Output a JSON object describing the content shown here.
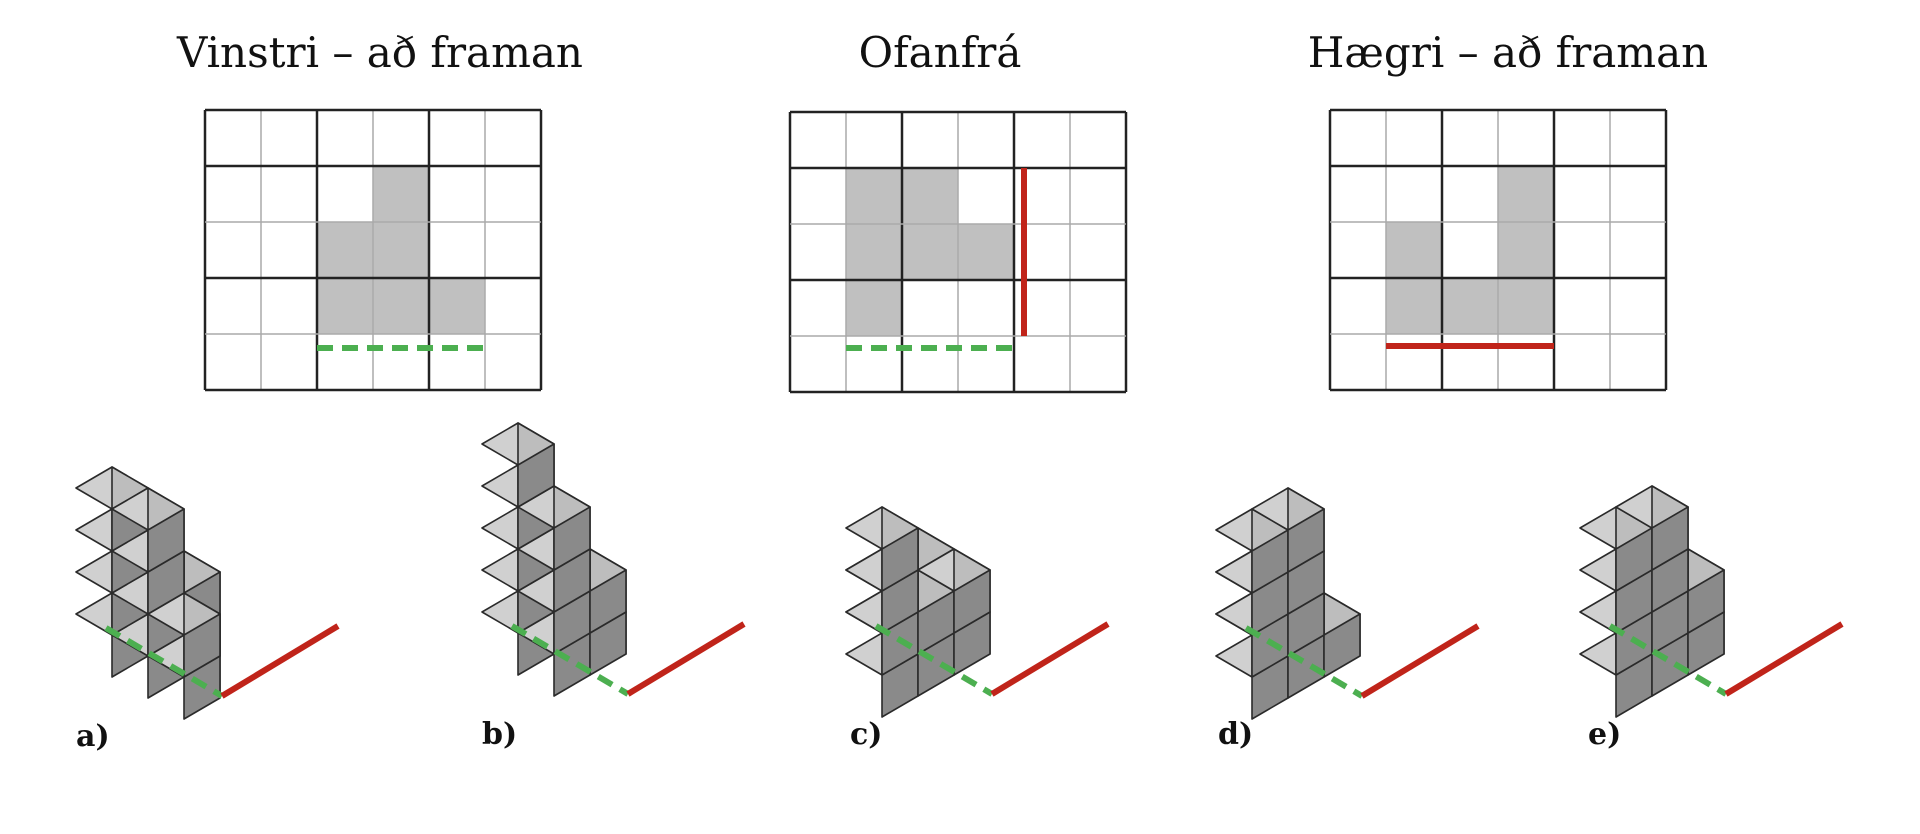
{
  "titles": {
    "left": "Vinstri – að framan",
    "top": "Ofanfrá",
    "right": "Hægri – að framan"
  },
  "options": [
    "a)",
    "b)",
    "c)",
    "d)",
    "e)"
  ],
  "colors": {
    "fill": "#c0c0c0",
    "cube_top": "#d0d0d0",
    "cube_left": "#bdbdbd",
    "cube_right": "#8a8a8a",
    "green": "#4caf50",
    "red": "#c0241a"
  },
  "views": {
    "left": {
      "cols": 6,
      "rows": 5,
      "filled": [
        [
          3,
          1
        ],
        [
          2,
          2
        ],
        [
          3,
          2
        ],
        [
          2,
          3
        ],
        [
          3,
          3
        ],
        [
          4,
          3
        ]
      ]
    },
    "top": {
      "cols": 6,
      "rows": 5,
      "filled": [
        [
          1,
          1
        ],
        [
          2,
          1
        ],
        [
          1,
          2
        ],
        [
          2,
          2
        ],
        [
          3,
          2
        ],
        [
          1,
          3
        ]
      ]
    },
    "right": {
      "cols": 6,
      "rows": 5,
      "filled": [
        [
          3,
          1
        ],
        [
          1,
          2
        ],
        [
          3,
          2
        ],
        [
          1,
          3
        ],
        [
          2,
          3
        ],
        [
          3,
          3
        ]
      ]
    }
  },
  "figures": [
    {
      "cubes": [
        [
          0,
          0,
          0
        ],
        [
          0,
          0,
          1
        ],
        [
          1,
          0,
          0
        ],
        [
          1,
          0,
          1
        ],
        [
          0,
          1,
          0
        ],
        [
          0,
          1,
          1
        ],
        [
          0,
          1,
          2
        ],
        [
          0,
          1,
          3
        ],
        [
          1,
          1,
          0
        ],
        [
          1,
          1,
          1
        ],
        [
          1,
          1,
          2
        ],
        [
          1,
          1,
          3
        ],
        [
          2,
          1,
          0
        ],
        [
          2,
          1,
          1
        ]
      ]
    },
    {
      "cubes": [
        [
          0,
          0,
          0
        ],
        [
          0,
          0,
          1
        ],
        [
          1,
          0,
          0
        ],
        [
          1,
          0,
          1
        ],
        [
          0,
          1,
          0
        ],
        [
          0,
          1,
          1
        ],
        [
          0,
          1,
          2
        ],
        [
          0,
          1,
          3
        ],
        [
          0,
          1,
          4
        ],
        [
          1,
          1,
          0
        ],
        [
          1,
          1,
          1
        ],
        [
          1,
          1,
          2
        ],
        [
          1,
          1,
          3
        ]
      ]
    },
    {
      "cubes": [
        [
          0,
          0,
          0
        ],
        [
          0,
          0,
          1
        ],
        [
          1,
          0,
          0
        ],
        [
          1,
          0,
          1
        ],
        [
          0,
          1,
          0
        ],
        [
          0,
          1,
          1
        ],
        [
          1,
          1,
          0
        ],
        [
          1,
          1,
          1
        ],
        [
          1,
          2,
          0
        ],
        [
          1,
          2,
          1
        ],
        [
          1,
          2,
          2
        ],
        [
          1,
          2,
          3
        ]
      ]
    },
    {
      "cubes": [
        [
          0,
          0,
          0
        ],
        [
          1,
          0,
          0
        ],
        [
          0,
          1,
          0
        ],
        [
          0,
          1,
          1
        ],
        [
          1,
          1,
          0
        ],
        [
          1,
          1,
          1
        ],
        [
          1,
          1,
          2
        ],
        [
          1,
          1,
          3
        ],
        [
          1,
          2,
          0
        ],
        [
          1,
          2,
          1
        ],
        [
          1,
          2,
          2
        ],
        [
          1,
          2,
          3
        ]
      ]
    },
    {
      "cubes": [
        [
          0,
          0,
          0
        ],
        [
          0,
          0,
          1
        ],
        [
          1,
          0,
          0
        ],
        [
          1,
          0,
          1
        ],
        [
          1,
          1,
          0
        ],
        [
          1,
          1,
          1
        ],
        [
          1,
          1,
          2
        ],
        [
          1,
          1,
          3
        ],
        [
          1,
          2,
          0
        ],
        [
          1,
          2,
          1
        ],
        [
          1,
          2,
          2
        ],
        [
          1,
          2,
          3
        ]
      ]
    }
  ]
}
